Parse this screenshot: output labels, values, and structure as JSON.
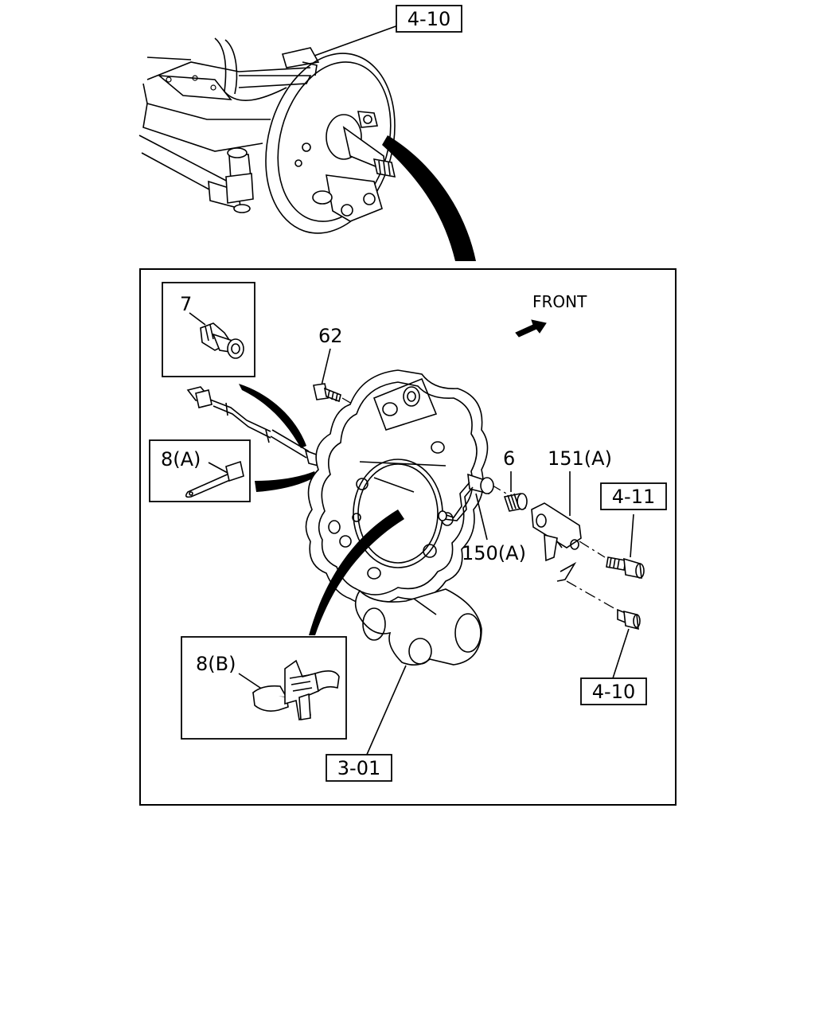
{
  "callouts": {
    "top_ref": "4-10",
    "front": "FRONT",
    "part_7": "7",
    "part_62": "62",
    "part_8a": "8(A)",
    "part_6": "6",
    "part_151a": "151(A)",
    "ref_4_11": "4-11",
    "part_150a": "150(A)",
    "part_8b": "8(B)",
    "ref_4_10_bottom": "4-10",
    "ref_3_01": "3-01"
  }
}
